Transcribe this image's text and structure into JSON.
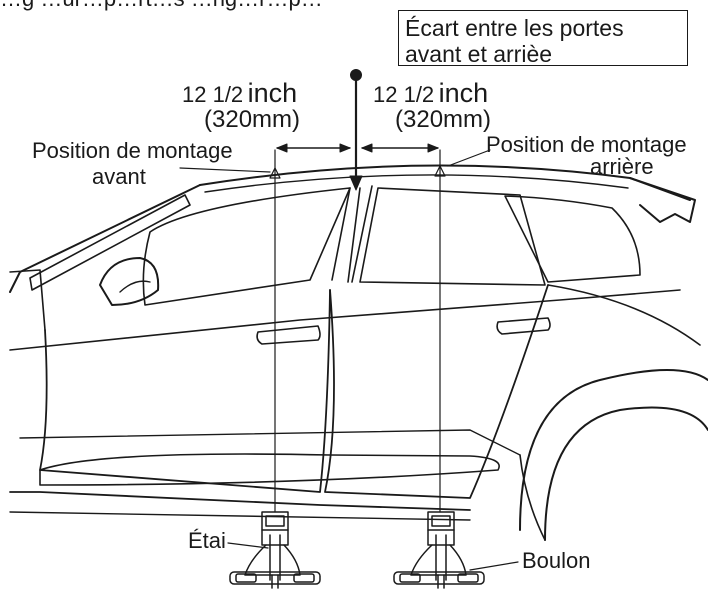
{
  "header": {
    "clipped_caption": "…g …ur…p…rt…s …ng…r…p…"
  },
  "note_box": {
    "line1": "Écart entre les portes",
    "line2": "avant et arrièe"
  },
  "dimension_left": {
    "value": "12 1/2",
    "unit": "inch",
    "metric": "(320mm)"
  },
  "dimension_right": {
    "value": "12 1/2",
    "unit": "inch",
    "metric": "(320mm)"
  },
  "labels": {
    "front_position_1": "Position de montage",
    "front_position_2": "avant",
    "rear_position_1": "Position de montage",
    "rear_position_2": "arrière",
    "stay": "Étai",
    "bolt": "Boulon"
  },
  "colors": {
    "ink": "#1a1a1a",
    "background": "#ffffff"
  }
}
